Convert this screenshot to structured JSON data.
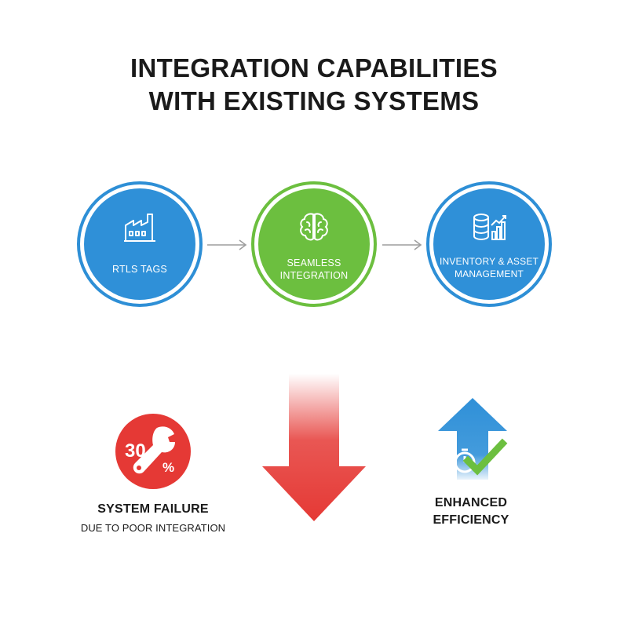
{
  "title": {
    "line1": "INTEGRATION CAPABILITIES",
    "line2": "WITH EXISTING SYSTEMS"
  },
  "nodes": [
    {
      "label": "RTLS TAGS",
      "icon": "factory-icon",
      "color": "#2f90d8"
    },
    {
      "label_line1": "SEAMLESS",
      "label_line2": "INTEGRATION",
      "icon": "brain-icon",
      "color": "#6cbf3f"
    },
    {
      "label_line1": "INVENTORY & ASSET",
      "label_line2": "MANAGEMENT",
      "icon": "database-chart-icon",
      "color": "#2f90d8"
    }
  ],
  "failure": {
    "icon_text": "30",
    "percent": "%",
    "title": "SYSTEM FAILURE",
    "subtitle": "DUE TO POOR INTEGRATION",
    "color": "#e53935"
  },
  "efficiency": {
    "line1": "ENHANCED",
    "line2": "EFFICIENCY",
    "arrow_color": "#2f90d8",
    "check_color": "#6cbf3f"
  }
}
